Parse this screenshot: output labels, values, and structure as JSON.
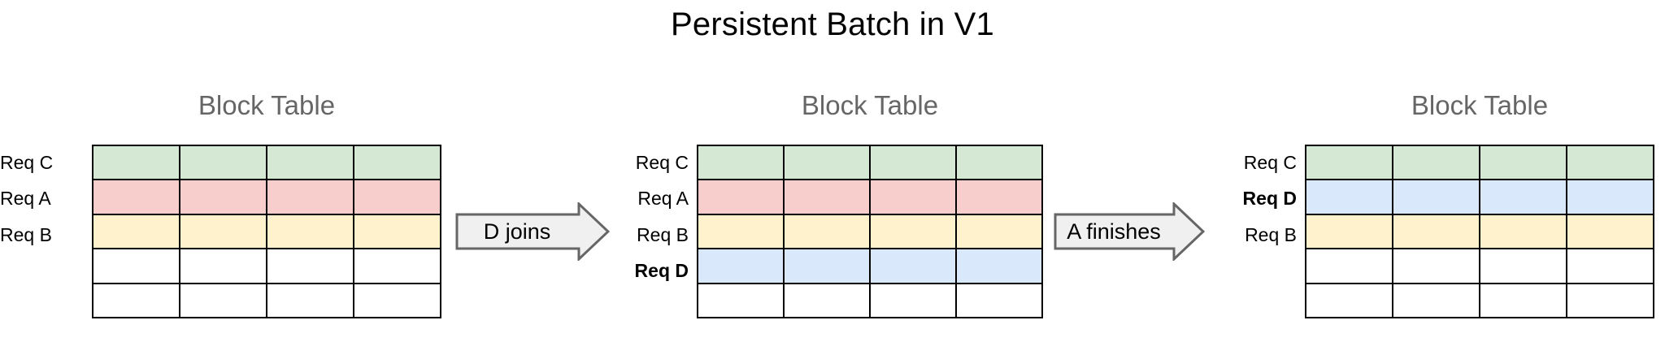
{
  "title": "Persistent Batch in V1",
  "colors": {
    "green": "#d5e8d4",
    "pink": "#f8cecc",
    "yellow": "#fff2cc",
    "blue": "#dae8fc",
    "white": "#ffffff",
    "grid_stroke": "#000000",
    "heading_text": "#666666",
    "arrow_fill": "#f0f0f0",
    "arrow_stroke": "#666666"
  },
  "panels": [
    {
      "heading": "Block Table",
      "columns": 4,
      "rows": [
        {
          "label": "Req C",
          "bold": false,
          "color": "#d5e8d4"
        },
        {
          "label": "Req A",
          "bold": false,
          "color": "#f8cecc"
        },
        {
          "label": "Req B",
          "bold": false,
          "color": "#fff2cc"
        },
        {
          "label": "",
          "bold": false,
          "color": "#ffffff"
        },
        {
          "label": "",
          "bold": false,
          "color": "#ffffff"
        }
      ]
    },
    {
      "heading": "Block Table",
      "columns": 4,
      "rows": [
        {
          "label": "Req C",
          "bold": false,
          "color": "#d5e8d4"
        },
        {
          "label": "Req A",
          "bold": false,
          "color": "#f8cecc"
        },
        {
          "label": "Req B",
          "bold": false,
          "color": "#fff2cc"
        },
        {
          "label": "Req D",
          "bold": true,
          "color": "#dae8fc"
        },
        {
          "label": "",
          "bold": false,
          "color": "#ffffff"
        }
      ]
    },
    {
      "heading": "Block Table",
      "columns": 4,
      "rows": [
        {
          "label": "Req C",
          "bold": false,
          "color": "#d5e8d4"
        },
        {
          "label": "Req D",
          "bold": true,
          "color": "#dae8fc"
        },
        {
          "label": "Req B",
          "bold": false,
          "color": "#fff2cc"
        },
        {
          "label": "",
          "bold": false,
          "color": "#ffffff"
        },
        {
          "label": "",
          "bold": false,
          "color": "#ffffff"
        }
      ]
    }
  ],
  "transitions": [
    {
      "label": "D joins"
    },
    {
      "label": "A finishes"
    }
  ]
}
